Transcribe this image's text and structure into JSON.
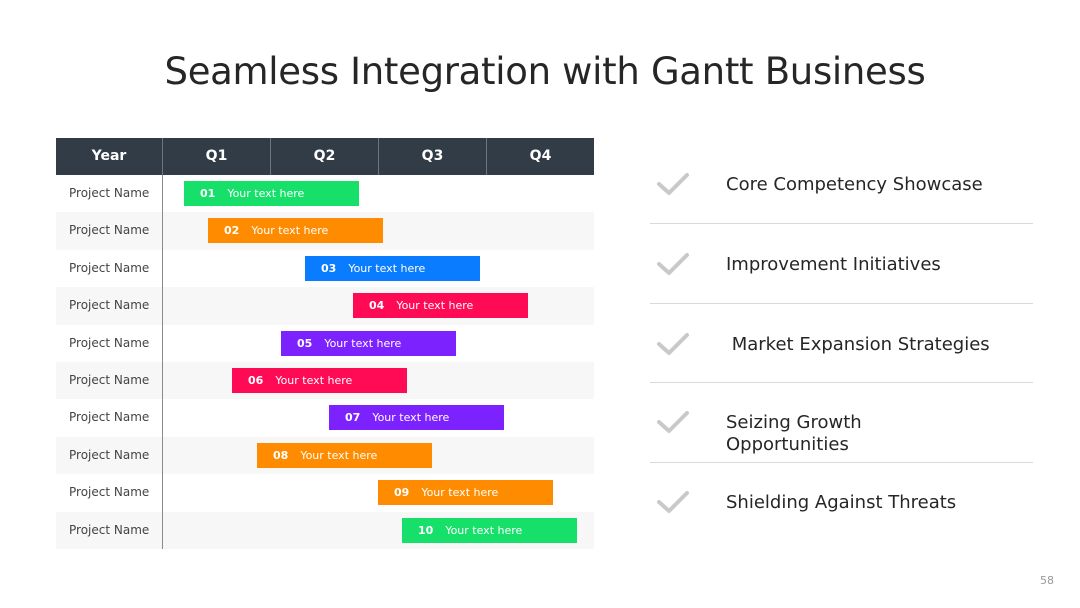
{
  "title": "Seamless Integration with Gantt Business",
  "gantt": {
    "headers": [
      "Year",
      "Q1",
      "Q2",
      "Q3",
      "Q4"
    ],
    "rows": [
      {
        "label": "Project Name",
        "num": "01",
        "text": "Your text here",
        "color": "#17e06a"
      },
      {
        "label": "Project Name",
        "num": "02",
        "text": "Your text here",
        "color": "#ff8c00"
      },
      {
        "label": "Project Name",
        "num": "03",
        "text": "Your text here",
        "color": "#0a7cff"
      },
      {
        "label": "Project Name",
        "num": "04",
        "text": "Your text here",
        "color": "#ff0a55"
      },
      {
        "label": "Project Name",
        "num": "05",
        "text": "Your text here",
        "color": "#7b22ff"
      },
      {
        "label": "Project Name",
        "num": "06",
        "text": "Your text here",
        "color": "#ff0a55"
      },
      {
        "label": "Project Name",
        "num": "07",
        "text": "Your text here",
        "color": "#7b22ff"
      },
      {
        "label": "Project Name",
        "num": "08",
        "text": "Your text here",
        "color": "#ff8c00"
      },
      {
        "label": "Project Name",
        "num": "09",
        "text": "Your text here",
        "color": "#ff8c00"
      },
      {
        "label": "Project Name",
        "num": "10",
        "text": "Your text here",
        "color": "#17e06a"
      }
    ]
  },
  "checklist": [
    {
      "text": "Core Competency Showcase",
      "icon": "checkmark-icon"
    },
    {
      "text": "Improvement Initiatives",
      "icon": "checkmark-icon"
    },
    {
      "text": " Market Expansion Strategies",
      "icon": "checkmark-icon"
    },
    {
      "text": "Seizing Growth Opportunities",
      "icon": "checkmark-icon"
    },
    {
      "text": "Shielding Against Threats",
      "icon": "checkmark-icon"
    }
  ],
  "page_number": "58"
}
